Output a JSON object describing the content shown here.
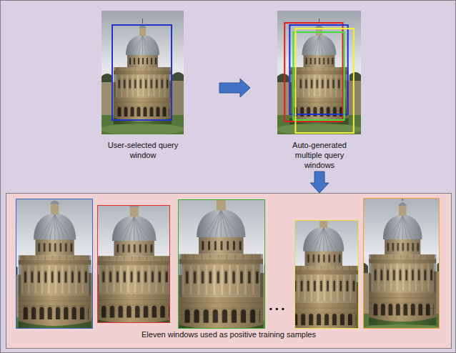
{
  "diagram": {
    "nodes": [
      {
        "text": [
          "User-selected query window"
        ]
      },
      {
        "text": [
          "Auto-generated multiple query windows"
        ]
      },
      {
        "text": [
          "Eleven windows used as positive training samples"
        ]
      }
    ],
    "edges": [
      {
        "from": 0,
        "to": 1,
        "arrow": "to"
      },
      {
        "from": 1,
        "to": 2,
        "arrow": "to"
      }
    ],
    "labels": [
      "..."
    ]
  }
}
